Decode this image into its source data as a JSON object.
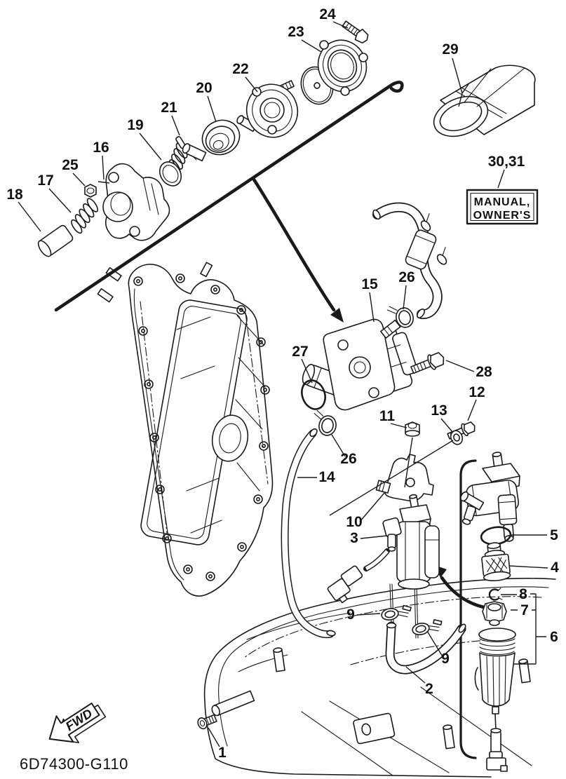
{
  "page": {
    "background": "#ffffff",
    "line_color": "#1a1a1a"
  },
  "footer": {
    "diagram_code": "6D74300-G110"
  },
  "fwd_arrow": {
    "label": "FWD"
  },
  "owners_manual_box": {
    "line1": "MANUAL,",
    "line2": "OWNER'S"
  },
  "part_labels": {
    "1": "1",
    "2": "2",
    "3": "3",
    "4": "4",
    "5": "5",
    "6": "6",
    "7": "7",
    "8": "8",
    "9": "9",
    "10": "10",
    "11": "11",
    "12": "12",
    "13": "13",
    "14": "14",
    "15": "15",
    "16": "16",
    "17": "17",
    "18": "18",
    "19": "19",
    "20": "20",
    "21": "21",
    "22": "22",
    "23": "23",
    "24": "24",
    "25": "25",
    "26": "26",
    "27": "27",
    "28": "28",
    "29": "29",
    "30_31": "30,31"
  }
}
